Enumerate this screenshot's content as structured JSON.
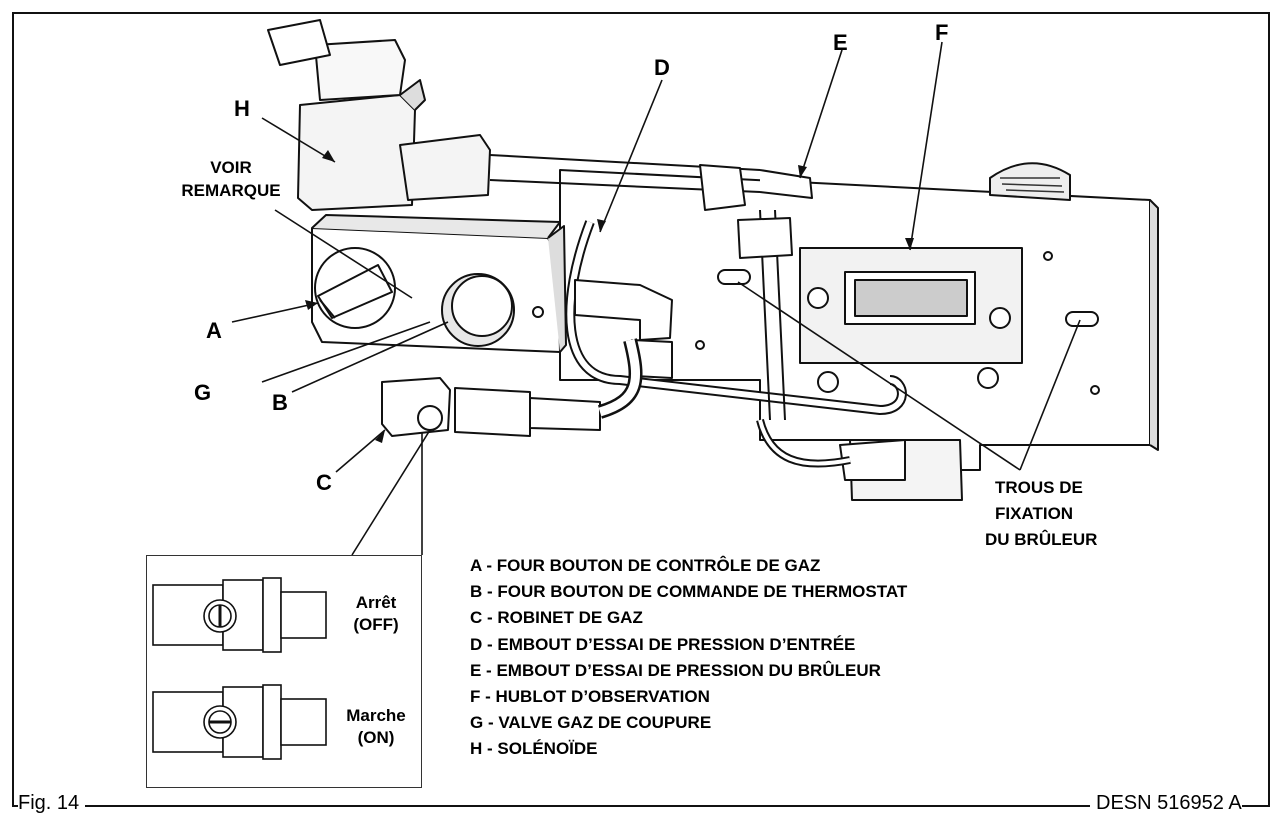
{
  "callouts": {
    "a": "A",
    "b": "B",
    "c": "C",
    "d": "D",
    "e": "E",
    "f": "F",
    "g": "G",
    "h": "H",
    "voir_line1": "VOIR",
    "voir_line2": "REMARQUE",
    "trous_line1": "TROUS DE",
    "trous_line2": "FIXATION",
    "trous_line3": "DU BRÛLEUR"
  },
  "inset": {
    "off_line1": "Arrêt",
    "off_line2": "(OFF)",
    "on_line1": "Marche",
    "on_line2": "(ON)"
  },
  "legend": [
    "A - FOUR BOUTON DE CONTRÔLE DE GAZ",
    "B - FOUR BOUTON DE COMMANDE DE THERMOSTAT",
    "C - ROBINET DE GAZ",
    "D - EMBOUT D’ESSAI DE PRESSION D’ENTRÉE",
    "E - EMBOUT D’ESSAI DE PRESSION DU BRÛLEUR",
    "F - HUBLOT D’OBSERVATION",
    "G - VALVE GAZ DE COUPURE",
    "H - SOLÉNOÏDE"
  ],
  "footer": {
    "figure": "Fig. 14",
    "drawing_number": "DESN 516952 A"
  }
}
